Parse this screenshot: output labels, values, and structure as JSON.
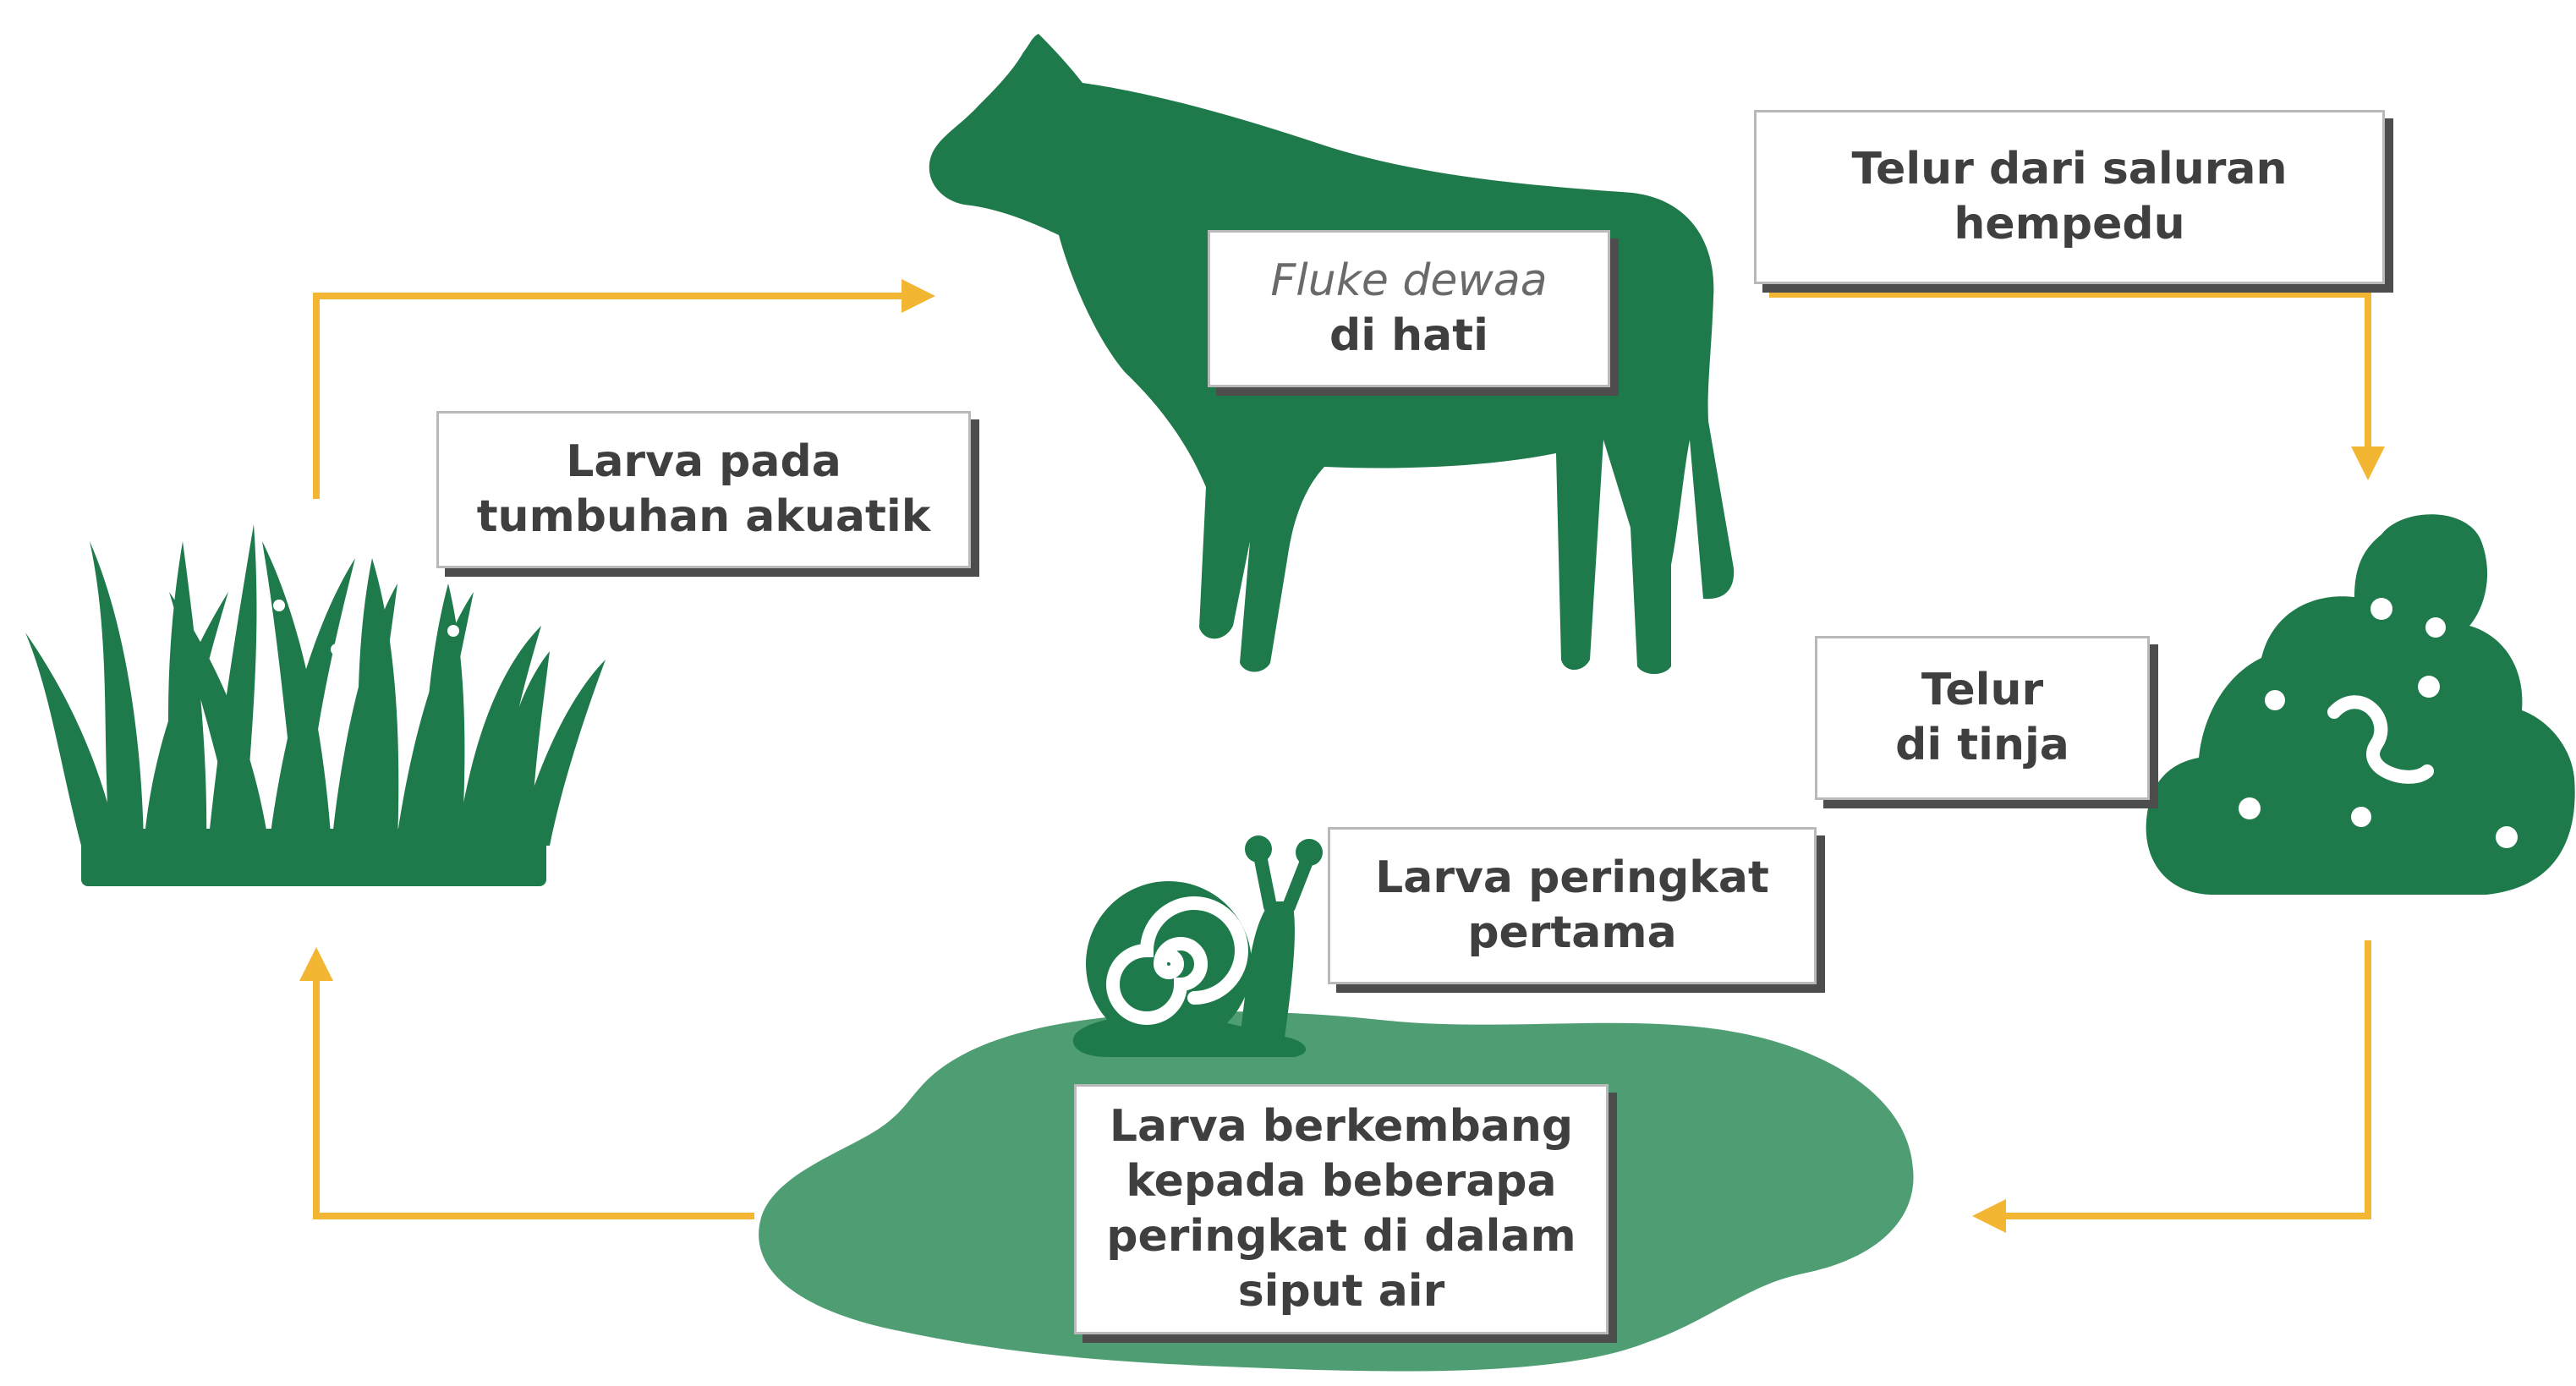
{
  "colors": {
    "icon_green": "#1e7a4a",
    "pond_green": "#4f9e73",
    "arrow_yellow": "#f2b632",
    "label_text": "#3f3f3f"
  },
  "icons": {
    "sheep": "sheep-silhouette",
    "feces": "feces-with-eggs",
    "snail": "snail",
    "plants": "aquatic-grass",
    "pond": "water-puddle"
  },
  "labels": {
    "adult": {
      "line1": "Fluke dewaa",
      "line2": "di hati"
    },
    "bile": {
      "line1": "Telur dari saluran",
      "line2": "hempedu"
    },
    "feces": {
      "line1": "Telur",
      "line2": "di tinja"
    },
    "first_stage": {
      "line1": "Larva peringkat",
      "line2": "pertama"
    },
    "snail": {
      "line1": "Larva berkembang",
      "line2": "kepada beberapa",
      "line3": "peringkat di dalam",
      "line4": "siput air"
    },
    "plant": {
      "line1": "Larva pada",
      "line2": "tumbuhan akuatik"
    }
  }
}
